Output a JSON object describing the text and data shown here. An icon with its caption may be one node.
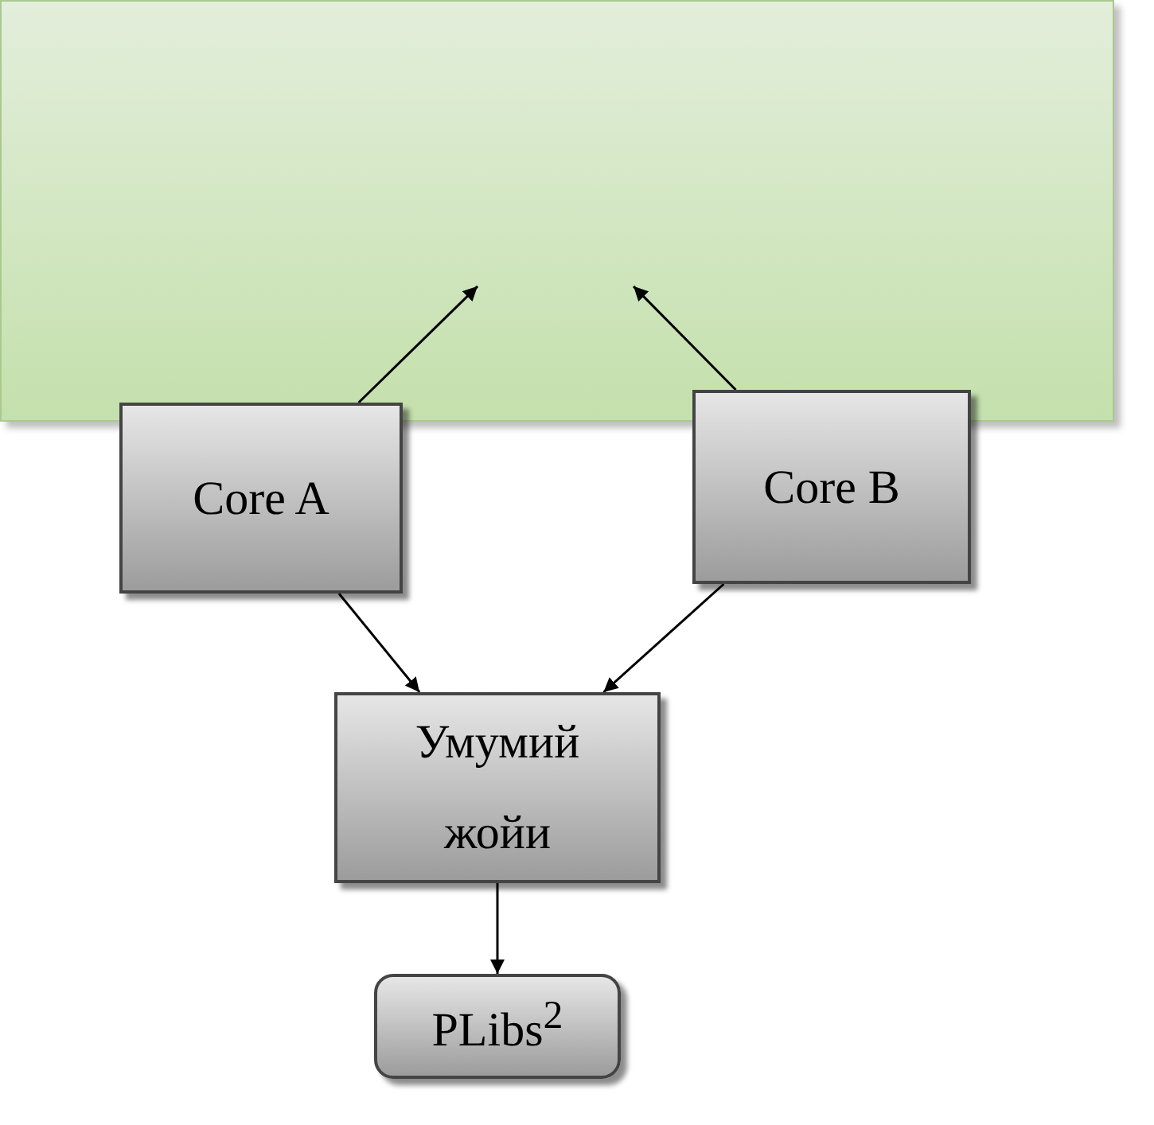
{
  "diagram": {
    "nodes": [
      {
        "text": [],
        "shape": "box"
      },
      {
        "text": [
          "Core A"
        ]
      },
      {
        "text": [
          "Core B"
        ]
      },
      {
        "text": [
          "Умумий жойи"
        ]
      },
      {
        "text": [
          "PLibs$^{2}$"
        ]
      }
    ],
    "edges": [
      {
        "from": 1,
        "to": 0,
        "arrow": "to"
      },
      {
        "from": 2,
        "to": 0,
        "arrow": "to"
      },
      {
        "from": 1,
        "to": 3,
        "arrow": "to"
      },
      {
        "from": 2,
        "to": 3,
        "arrow": "to"
      },
      {
        "from": 3,
        "to": 4,
        "arrow": "to"
      }
    ]
  }
}
